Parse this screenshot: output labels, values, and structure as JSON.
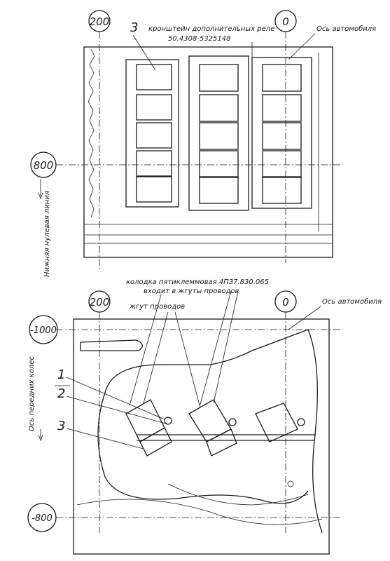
{
  "top_view": {
    "markers": {
      "m200": "200",
      "m0": "0",
      "m800": "800"
    },
    "callout_3": "3",
    "bracket_label_line1": "кронштейн дополнительных реле",
    "bracket_label_line2": "50.4308-5325148",
    "axis_label": "Ось автомобиля",
    "ground_label": "Нижняя нулевая линия"
  },
  "bottom_view": {
    "markers": {
      "m200": "200",
      "m0": "0",
      "m1000": "-1000",
      "m800": "-800"
    },
    "connector_label_line1": "колодка пятиклеммовая 4ПЗ7.830.065",
    "connector_label_line2": "входит в жгуты проводов",
    "harness_label": "жгут проводов",
    "axis_label": "Ось автомобиля",
    "front_axle_label": "Ось передних колес",
    "callouts": {
      "c1": "1",
      "c2": "2",
      "c3": "3"
    }
  }
}
